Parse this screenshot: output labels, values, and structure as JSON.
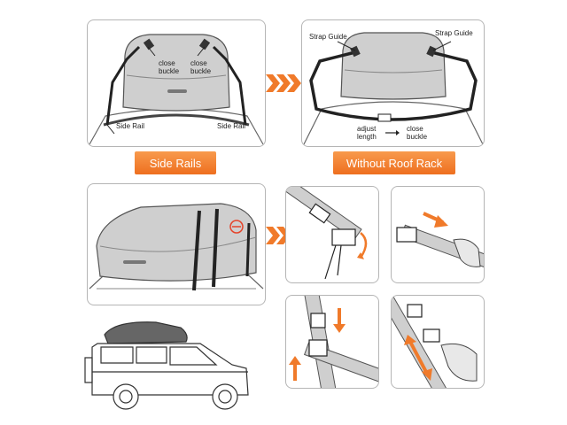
{
  "top_left": {
    "close_buckle_left": "close\nbuckle",
    "close_buckle_right": "close\nbuckle",
    "side_rail_left": "Side Rail",
    "side_rail_right": "Side Rail",
    "caption": "Side Rails"
  },
  "top_right": {
    "strap_guide_left": "Strap Guide",
    "strap_guide_right": "Strap Guide",
    "adjust_length": "adjust\nlength",
    "close_buckle": "close\nbuckle",
    "caption": "Without Roof Rack"
  },
  "colors": {
    "accent_orange": "#f07a2a",
    "bag_gray": "#cfcfcf",
    "outline": "#555555"
  },
  "icons": [
    "triple-chevron-right-icon",
    "arrow-right-icon",
    "arrow-down-icon",
    "arrow-up-icon",
    "double-arrow-icon"
  ]
}
